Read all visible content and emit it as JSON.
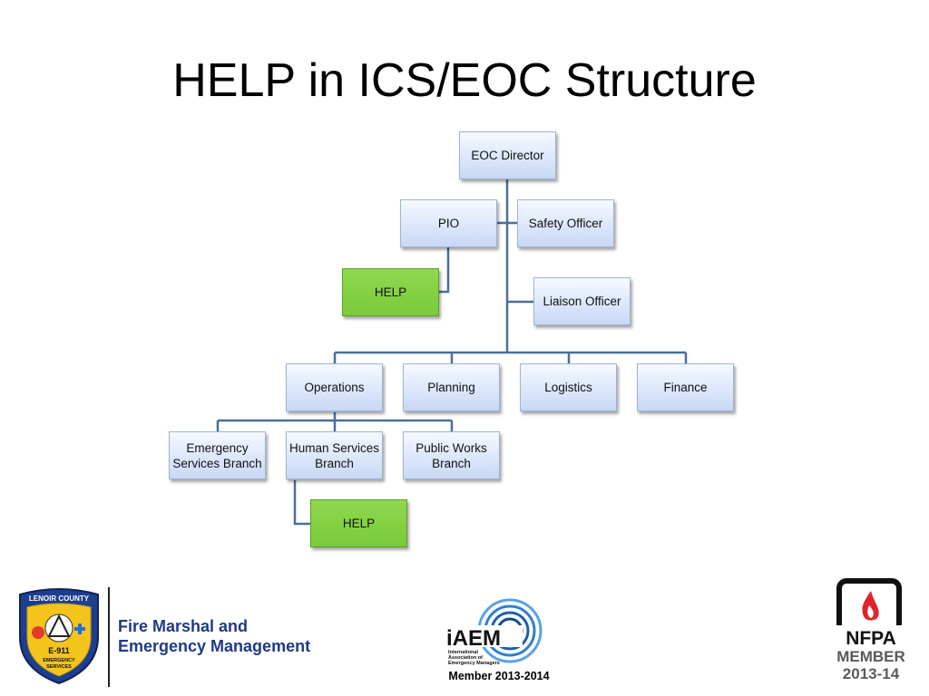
{
  "title": "HELP in ICS/EOC Structure",
  "chart": {
    "eoc_director": "EOC Director",
    "pio": "PIO",
    "safety_officer": "Safety Officer",
    "help_top": "HELP",
    "liaison_officer": "Liaison Officer",
    "operations": "Operations",
    "planning": "Planning",
    "logistics": "Logistics",
    "finance": "Finance",
    "emergency_services_branch": [
      "Emergency",
      "Services Branch"
    ],
    "human_services_branch": [
      "Human Services",
      "Branch"
    ],
    "public_works_branch": [
      "Public Works",
      "Branch"
    ],
    "help_bottom": "HELP"
  },
  "footer": {
    "county_badge": {
      "top_text": "LENOIR COUNTY",
      "middle_text": "E-911",
      "bottom_text": [
        "EMERGENCY",
        "SERVICES"
      ]
    },
    "county_title": [
      "Fire Marshal and",
      "Emergency Management"
    ],
    "iaem_logo": {
      "acronym": "iAEM",
      "full_name": [
        "International",
        "Association of",
        "Emergency Managers"
      ]
    },
    "iaem_caption": "Member 2013-2014",
    "nfpa_logo": "NFPA",
    "nfpa_member": [
      "MEMBER",
      "2013-14"
    ]
  },
  "colors": {
    "connector": "#4a6f9a",
    "node_blue_top": "#f6f9ff",
    "node_blue_bottom": "#c7d8f5",
    "node_green": "#7acb3a",
    "county_text": "#1f3a86"
  },
  "icons": [
    "lenoir-county-badge-icon",
    "iaem-logo-icon",
    "nfpa-logo-icon"
  ]
}
